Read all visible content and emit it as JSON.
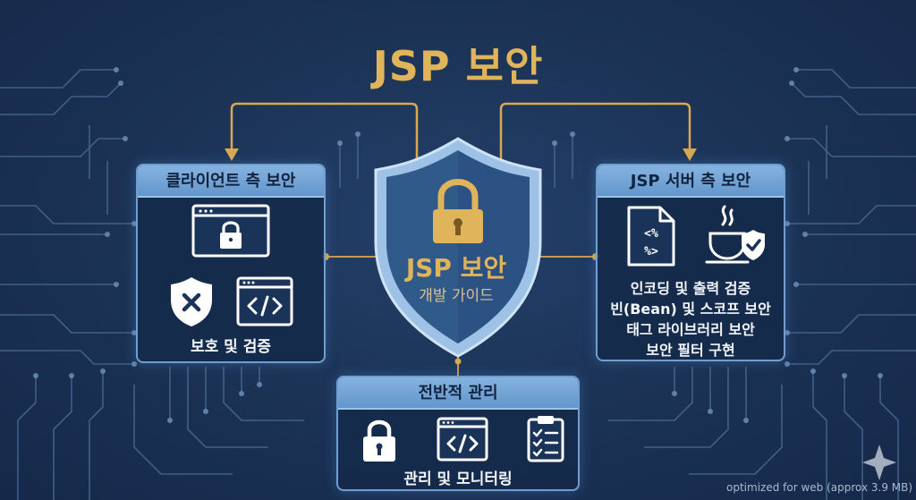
{
  "title": "JSP 보안",
  "shield": {
    "title": "JSP 보안",
    "subtitle": "개발 가이드"
  },
  "client_panel": {
    "header": "클라이언트 측 보안",
    "caption": "보호 및 검증",
    "icons": [
      "browser-lock-icon",
      "shield-x-icon",
      "code-window-icon"
    ]
  },
  "server_panel": {
    "header": "JSP 서버 측 보안",
    "items": [
      "인코딩 및 출력 검증",
      "빈(Bean) 및 스코프 보안",
      "태그 라이브러리 보안",
      "보안 필터 구현"
    ],
    "icons": [
      "jsp-file-icon",
      "java-shield-icon"
    ]
  },
  "management_panel": {
    "header": "전반적 관리",
    "caption": "관리 및 모니터링",
    "icons": [
      "padlock-icon",
      "code-window-icon",
      "clipboard-checklist-icon"
    ]
  },
  "footnote": "optimized for web (approx 3.9 MB)",
  "colors": {
    "background": "#1c3457",
    "accent_gold": "#e0b45a",
    "panel_border": "#6f9fd0",
    "panel_header": "#7aa8d8"
  }
}
